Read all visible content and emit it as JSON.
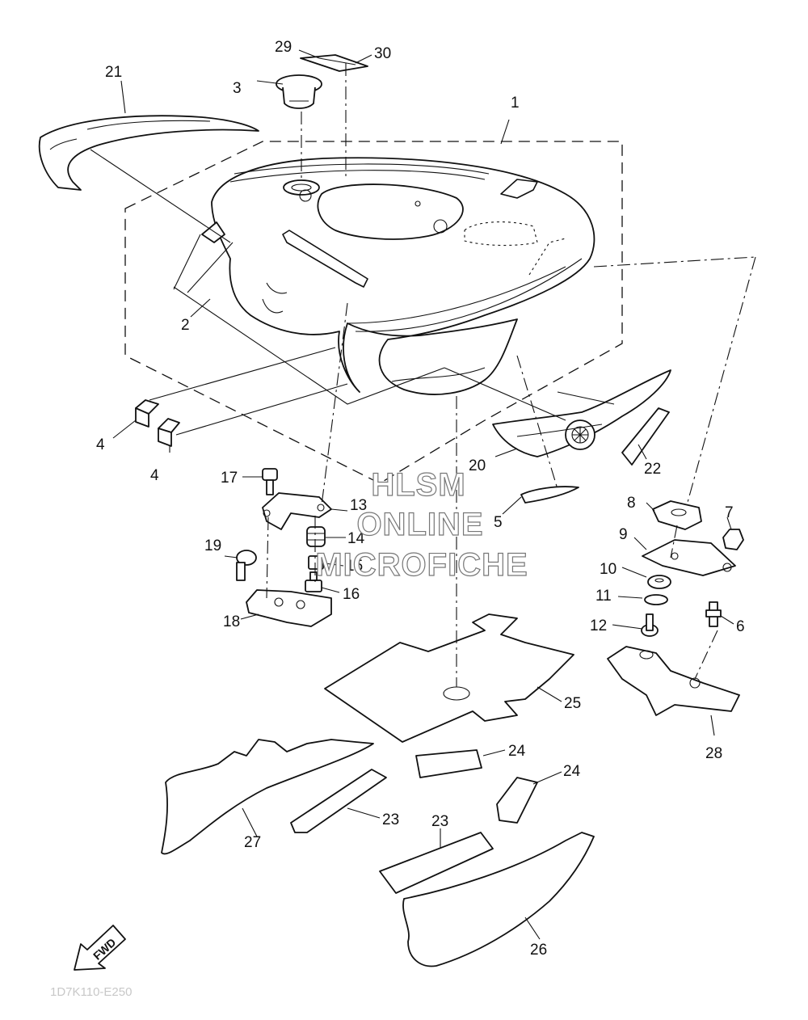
{
  "callouts": {
    "c1": "1",
    "c2": "2",
    "c3": "3",
    "c4a": "4",
    "c4b": "4",
    "c5": "5",
    "c6": "6",
    "c7": "7",
    "c8": "8",
    "c9": "9",
    "c10": "10",
    "c11": "11",
    "c12": "12",
    "c13": "13",
    "c14": "14",
    "c15": "15",
    "c16": "16",
    "c17": "17",
    "c18": "18",
    "c19": "19",
    "c20": "20",
    "c21": "21",
    "c22": "22",
    "c23a": "23",
    "c23b": "23",
    "c24a": "24",
    "c24b": "24",
    "c25": "25",
    "c26": "26",
    "c27": "27",
    "c28": "28",
    "c29": "29",
    "c30": "30"
  },
  "watermark": {
    "line1": "HLSM",
    "line2": "ONLINE",
    "line3": "MICROFICHE"
  },
  "fwd_label": "FWD",
  "diagram_code": "1D7K110-E250"
}
